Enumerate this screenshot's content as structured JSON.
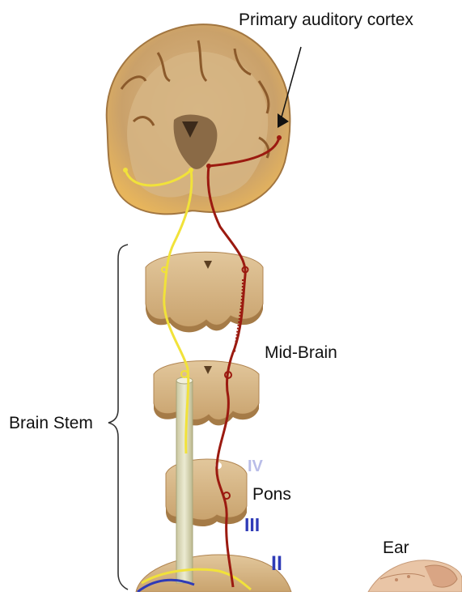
{
  "labels": {
    "primary_auditory_cortex": "Primary auditory cortex",
    "mid_brain": "Mid-Brain",
    "brain_stem": "Brain Stem",
    "pons": "Pons",
    "ear": "Ear"
  },
  "roman_numerals": {
    "iv": "IV",
    "iii": "III",
    "ii": "II"
  },
  "colors": {
    "tissue": "#d8b98a",
    "tissue_dark": "#b88a52",
    "cortex_outer": "#e8b964",
    "yellow_pathway": "#f1e23a",
    "red_pathway": "#9b1a10",
    "numeral_blue": "#2f3bb7",
    "numeral_faded": "#b9bde8"
  }
}
